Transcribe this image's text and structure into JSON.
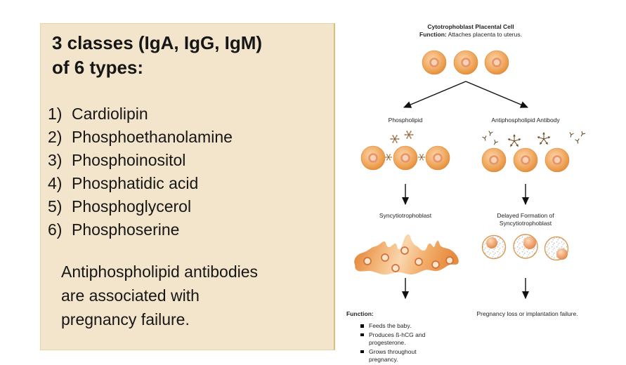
{
  "left_panel": {
    "title_line1": "3 classes (IgA, IgG, IgM)",
    "title_line2": "of 6 types:",
    "items": [
      {
        "num": "1)",
        "label": "Cardiolipin"
      },
      {
        "num": "2)",
        "label": "Phosphoethanolamine"
      },
      {
        "num": "3)",
        "label": "Phosphoinositol"
      },
      {
        "num": "4)",
        "label": "Phosphatidic acid"
      },
      {
        "num": "5)",
        "label": "Phosphoglycerol"
      },
      {
        "num": "6)",
        "label": "Phosphoserine"
      }
    ],
    "note_lines": [
      "Antiphospholipid antibodies",
      "are associated with",
      "pregnancy failure."
    ],
    "bg_color": "#f3e5cb"
  },
  "diagram": {
    "top": {
      "title": "Cytotrophoblast Placental Cell",
      "function_label": "Function:",
      "function_text": " Attaches placenta to uterus."
    },
    "left_branch": {
      "label": "Phospholipid",
      "result": "Syncytiotrophoblast",
      "function_label": "Function:",
      "bullets": [
        "Feeds the baby.",
        "Produces ß-hCG and progesterone.",
        "Grows throughout pregnancy."
      ]
    },
    "right_branch": {
      "label": "Antiphospholipid Antibody",
      "result_line1": "Delayed Formation of",
      "result_line2": "Syncytiotrophoblast",
      "outcome": "Pregnancy loss or implantation failure."
    },
    "colors": {
      "cell_orange": "#e8953f",
      "nucleus_ring": "#e6946a",
      "arrow": "#111111",
      "stipple_dot": "#9db0d2"
    }
  }
}
